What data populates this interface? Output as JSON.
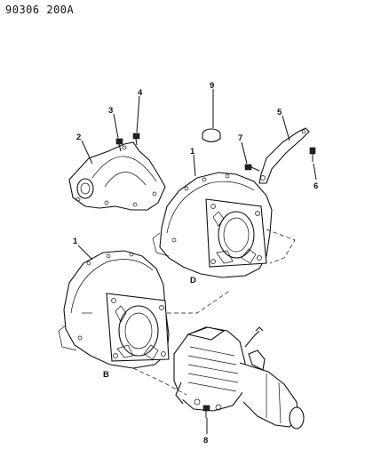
{
  "header": {
    "code": "90306  200A"
  },
  "callouts": {
    "c1a": "1",
    "c1b": "1",
    "c2": "2",
    "c3": "3",
    "c4": "4",
    "c5": "5",
    "c6": "6",
    "c7": "7",
    "c8": "8",
    "c9": "9",
    "cB": "B",
    "cD": "D"
  }
}
